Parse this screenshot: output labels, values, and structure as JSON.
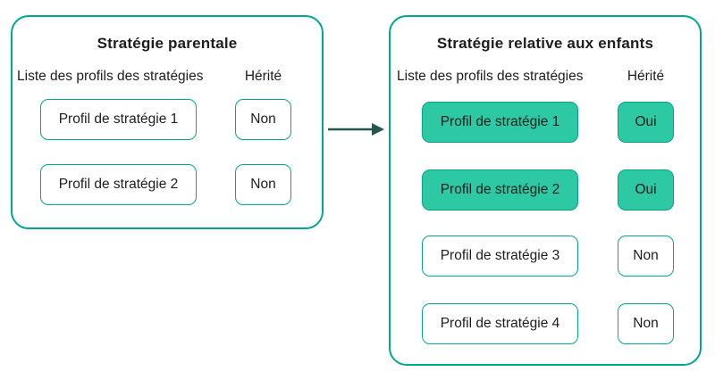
{
  "colors": {
    "panel_border": "#00a88e",
    "highlight_fill": "#2cc9a4",
    "highlight_border": "#0aa287",
    "text": "#1d1d1b",
    "arrow": "#26564e",
    "background": "#ffffff"
  },
  "parent_panel": {
    "title": "Stratégie parentale",
    "list_column_label": "Liste des profils des stratégies",
    "inherited_column_label": "Hérité",
    "rows": [
      {
        "profile": "Profil de stratégie 1",
        "inherited": "Non",
        "highlighted": false
      },
      {
        "profile": "Profil de stratégie 2",
        "inherited": "Non",
        "highlighted": false
      }
    ]
  },
  "child_panel": {
    "title": "Stratégie relative aux enfants",
    "list_column_label": "Liste des profils des stratégies",
    "inherited_column_label": "Hérité",
    "rows": [
      {
        "profile": "Profil de stratégie 1",
        "inherited": "Oui",
        "highlighted": true
      },
      {
        "profile": "Profil de stratégie 2",
        "inherited": "Oui",
        "highlighted": true
      },
      {
        "profile": "Profil de stratégie 3",
        "inherited": "Non",
        "highlighted": false
      },
      {
        "profile": "Profil de stratégie 4",
        "inherited": "Non",
        "highlighted": false
      }
    ]
  },
  "arrow": {
    "meaning": "inheritance-direction"
  }
}
